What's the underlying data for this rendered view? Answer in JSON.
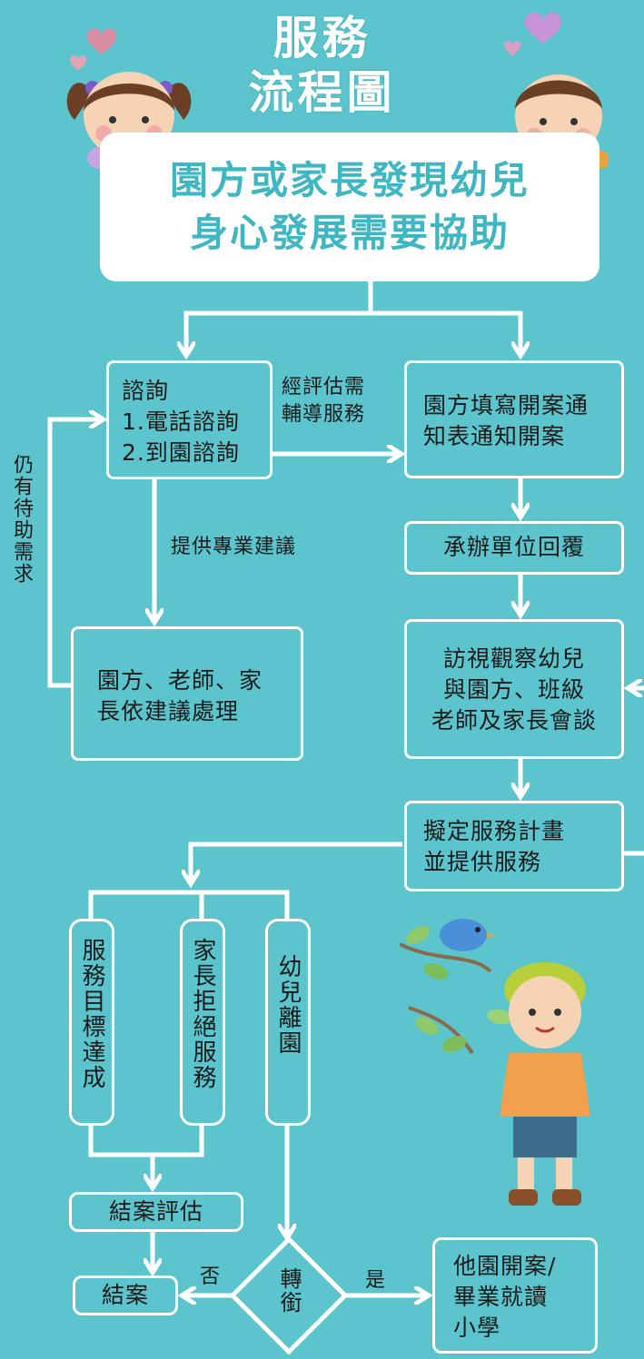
{
  "title": {
    "line1": "服務",
    "line2": "流程圖"
  },
  "hero": {
    "line1": "園方或家長發現幼兒",
    "line2": "身心發展需要協助"
  },
  "nodes": {
    "consult": {
      "line1": "諮詢",
      "line2": "1.電話諮詢",
      "line3": "2.到園諮詢"
    },
    "open_case": {
      "line1": "園方填寫開案通",
      "line2": "知表通知開案"
    },
    "reply": {
      "line1": "承辦單位回覆"
    },
    "visit": {
      "line1": "訪視觀察幼兒",
      "line2": "與園方、班級",
      "line3": "老師及家長會談"
    },
    "plan": {
      "line1": "擬定服務計畫",
      "line2": "並提供服務"
    },
    "follow_advice": {
      "line1": "園方、老師、家",
      "line2": "長依建議處理"
    },
    "goal_reached": "服務目標達成",
    "parent_refuse": "家長拒絕服務",
    "child_leave": "幼兒離園",
    "close_eval": "結案評估",
    "close": "結案",
    "referral": "轉銜",
    "other_school": {
      "line1": "他園開案/",
      "line2": "畢業就讀",
      "line3": "小學"
    }
  },
  "edge_labels": {
    "need_service": {
      "line1": "經評估需",
      "line2": "輔導服務"
    },
    "advice": "提供專業建議",
    "still_need": "仍有待助需求",
    "no": "否",
    "yes": "是"
  },
  "colors": {
    "background": "#5bc4cc",
    "accent_text": "#3fb7c2",
    "line": "#ffffff"
  }
}
